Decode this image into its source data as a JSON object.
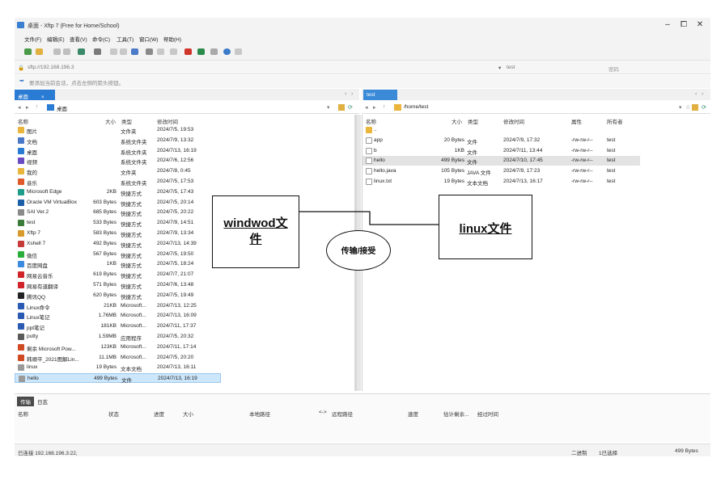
{
  "window": {
    "title": "桌面 - Xftp 7 (Free for Home/School)",
    "controls": {
      "minimize": "–",
      "maximize": "⧠",
      "close": "✕"
    }
  },
  "menu": [
    "文件(F)",
    "编辑(E)",
    "查看(V)",
    "命令(C)",
    "工具(T)",
    "窗口(W)",
    "帮助(H)"
  ],
  "address": {
    "url": "sftp://192.168.196.3",
    "user": "test",
    "password_placeholder": "密码"
  },
  "hint": "要添加当前会话，点击左侧的箭头按钮。",
  "left": {
    "tab": "桌面",
    "path": "桌面",
    "columns": [
      "名称",
      "大小",
      "类型",
      "修改时间"
    ],
    "files": [
      {
        "name": "图片",
        "size": "",
        "type": "文件夹",
        "modified": "2024/7/5, 19:53",
        "icon": "folder-icon",
        "color": "#e9b53a"
      },
      {
        "name": "文档",
        "size": "",
        "type": "系统文件夹",
        "modified": "2024/7/9, 13:32",
        "icon": "document-folder-icon",
        "color": "#4a78c8"
      },
      {
        "name": "桌面",
        "size": "",
        "type": "系统文件夹",
        "modified": "2024/7/13, 16:19",
        "icon": "desktop-icon",
        "color": "#2a7bd4"
      },
      {
        "name": "视频",
        "size": "",
        "type": "系统文件夹",
        "modified": "2024/7/6, 12:56",
        "icon": "video-icon",
        "color": "#6a4bc4"
      },
      {
        "name": "我的",
        "size": "",
        "type": "文件夹",
        "modified": "2024/7/8, 0:45",
        "icon": "folder-icon",
        "color": "#e9b53a"
      },
      {
        "name": "音乐",
        "size": "",
        "type": "系统文件夹",
        "modified": "2024/7/5, 17:53",
        "icon": "music-icon",
        "color": "#e05a2a"
      },
      {
        "name": "Microsoft Edge",
        "size": "2KB",
        "type": "快捷方式",
        "modified": "2024/7/5, 17:43",
        "icon": "edge-icon",
        "color": "#1e9e8a"
      },
      {
        "name": "Oracle VM VirtualBox",
        "size": "603 Bytes",
        "type": "快捷方式",
        "modified": "2024/7/5, 20:14",
        "icon": "virtualbox-icon",
        "color": "#1a5fa8"
      },
      {
        "name": "SAI Ver.2",
        "size": "685 Bytes",
        "type": "快捷方式",
        "modified": "2024/7/5, 20:22",
        "icon": "sai-icon",
        "color": "#8a8a8a"
      },
      {
        "name": "test",
        "size": "533 Bytes",
        "type": "快捷方式",
        "modified": "2024/7/9, 14:51",
        "icon": "xshell-icon",
        "color": "#3a7a3a"
      },
      {
        "name": "Xftp 7",
        "size": "583 Bytes",
        "type": "快捷方式",
        "modified": "2024/7/9, 13:34",
        "icon": "xftp-icon",
        "color": "#d89a2a"
      },
      {
        "name": "Xshell 7",
        "size": "492 Bytes",
        "type": "快捷方式",
        "modified": "2024/7/13, 14:39",
        "icon": "xshell-icon",
        "color": "#c83a3a"
      },
      {
        "name": "微信",
        "size": "567 Bytes",
        "type": "快捷方式",
        "modified": "2024/7/5, 19:50",
        "icon": "wechat-icon",
        "color": "#2aae3a"
      },
      {
        "name": "百度网盘",
        "size": "1KB",
        "type": "快捷方式",
        "modified": "2024/7/5, 18:24",
        "icon": "baidu-netdisk-icon",
        "color": "#3a8ae0"
      },
      {
        "name": "网易云音乐",
        "size": "619 Bytes",
        "type": "快捷方式",
        "modified": "2024/7/7, 21:07",
        "icon": "netease-music-icon",
        "color": "#d0242a"
      },
      {
        "name": "网易有道翻译",
        "size": "571 Bytes",
        "type": "快捷方式",
        "modified": "2024/7/6, 13:48",
        "icon": "youdao-icon",
        "color": "#d0242a"
      },
      {
        "name": "腾讯QQ",
        "size": "620 Bytes",
        "type": "快捷方式",
        "modified": "2024/7/5, 19:49",
        "icon": "qq-icon",
        "color": "#222222"
      },
      {
        "name": "Linux命令",
        "size": "21KB",
        "type": "Microsoft...",
        "modified": "2024/7/13, 12:25",
        "icon": "word-doc-icon",
        "color": "#2a5ab4"
      },
      {
        "name": "Linux笔记",
        "size": "1.76MB",
        "type": "Microsoft...",
        "modified": "2024/7/13, 16:09",
        "icon": "word-doc-icon",
        "color": "#2a5ab4"
      },
      {
        "name": "ppt笔记",
        "size": "181KB",
        "type": "Microsoft...",
        "modified": "2024/7/11, 17:37",
        "icon": "word-doc-icon",
        "color": "#2a5ab4"
      },
      {
        "name": "putty",
        "size": "1.59MB",
        "type": "应用程序",
        "modified": "2024/7/5, 20:32",
        "icon": "putty-icon",
        "color": "#5a5a5a"
      },
      {
        "name": "剩余 Microsoft Pow...",
        "size": "123KB",
        "type": "Microsoft...",
        "modified": "2024/7/11, 17:14",
        "icon": "powerpoint-icon",
        "color": "#d04a24"
      },
      {
        "name": "韩顺平_2021图解Lin...",
        "size": "11.1MB",
        "type": "Microsoft...",
        "modified": "2024/7/5, 20:20",
        "icon": "powerpoint-icon",
        "color": "#d04a24"
      },
      {
        "name": "linux",
        "size": "19 Bytes",
        "type": "文本文档",
        "modified": "2024/7/13, 16:11",
        "icon": "text-file-icon",
        "color": "#9a9a9a"
      },
      {
        "name": "hello",
        "size": "499 Bytes",
        "type": "文件",
        "modified": "2024/7/13, 16:19",
        "icon": "file-icon",
        "color": "#9a9a9a"
      }
    ]
  },
  "right": {
    "tab": "test",
    "path": "/home/test",
    "columns": [
      "名称",
      "大小",
      "类型",
      "修改时间",
      "属性",
      "所有者"
    ],
    "files": [
      {
        "name": "..",
        "size": "",
        "type": "",
        "modified": "",
        "attr": "",
        "owner": "",
        "icon": "parent-folder-icon"
      },
      {
        "name": "app",
        "size": "20 Bytes",
        "type": "文件",
        "modified": "2024/7/9, 17:32",
        "attr": "-rw-rw-r--",
        "owner": "test",
        "icon": "file-icon"
      },
      {
        "name": "b",
        "size": "1KB",
        "type": "文件",
        "modified": "2024/7/11, 13:44",
        "attr": "-rw-rw-r--",
        "owner": "test",
        "icon": "file-icon"
      },
      {
        "name": "hello",
        "size": "499 Bytes",
        "type": "文件",
        "modified": "2024/7/10, 17:45",
        "attr": "-rw-rw-r--",
        "owner": "test",
        "icon": "file-icon"
      },
      {
        "name": "hello.java",
        "size": "105 Bytes",
        "type": "JAVA 文件",
        "modified": "2024/7/9, 17:23",
        "attr": "-rw-rw-r--",
        "owner": "test",
        "icon": "file-icon"
      },
      {
        "name": "linux.txt",
        "size": "19 Bytes",
        "type": "文本文档",
        "modified": "2024/7/13, 16:17",
        "attr": "-rw-rw-r--",
        "owner": "test",
        "icon": "text-file-icon"
      }
    ]
  },
  "overlay": {
    "windows_box": "windwod文件",
    "linux_box": "linux文件",
    "transfer_label": "传输/接受"
  },
  "transfer": {
    "tabs": [
      "传输",
      "日志"
    ],
    "columns": [
      "名称",
      "状态",
      "进度",
      "大小",
      "本地路径",
      "<->",
      "远程路径",
      "速度",
      "估计剩余...",
      "经过时间"
    ]
  },
  "status": {
    "connected": "已连接 192.168.196.3:22,",
    "mode": "二进制",
    "selected": "1已选择",
    "size": "499 Bytes"
  }
}
